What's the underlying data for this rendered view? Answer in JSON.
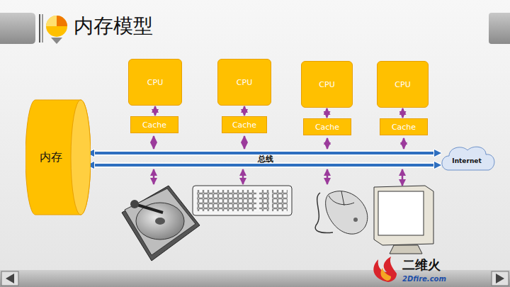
{
  "diagram": {
    "title": "内存模型",
    "nodes": [
      {
        "text": [
          "内存"
        ]
      },
      {
        "text": [
          "CPU"
        ]
      },
      {
        "text": [
          "CPU"
        ]
      },
      {
        "text": [
          "CPU"
        ]
      },
      {
        "text": [
          "CPU"
        ]
      },
      {
        "text": [
          "Cache"
        ]
      },
      {
        "text": [
          "Cache"
        ]
      },
      {
        "text": [
          "Cache"
        ]
      },
      {
        "text": [
          "Cache"
        ]
      },
      {
        "text": [
          "Internet"
        ]
      }
    ],
    "edges": [
      {
        "from": 1,
        "to": 5,
        "arrow": "both"
      },
      {
        "from": 2,
        "to": 6,
        "arrow": "both"
      },
      {
        "from": 3,
        "to": 7,
        "arrow": "both"
      },
      {
        "from": 4,
        "to": 8,
        "arrow": "both"
      },
      {
        "from": 0,
        "to": 9,
        "arrow": "both",
        "label": "总线"
      },
      {
        "from": 0,
        "to": 9,
        "arrow": "both"
      }
    ],
    "labels": [
      "二维火",
      "2Dfire.com"
    ]
  }
}
